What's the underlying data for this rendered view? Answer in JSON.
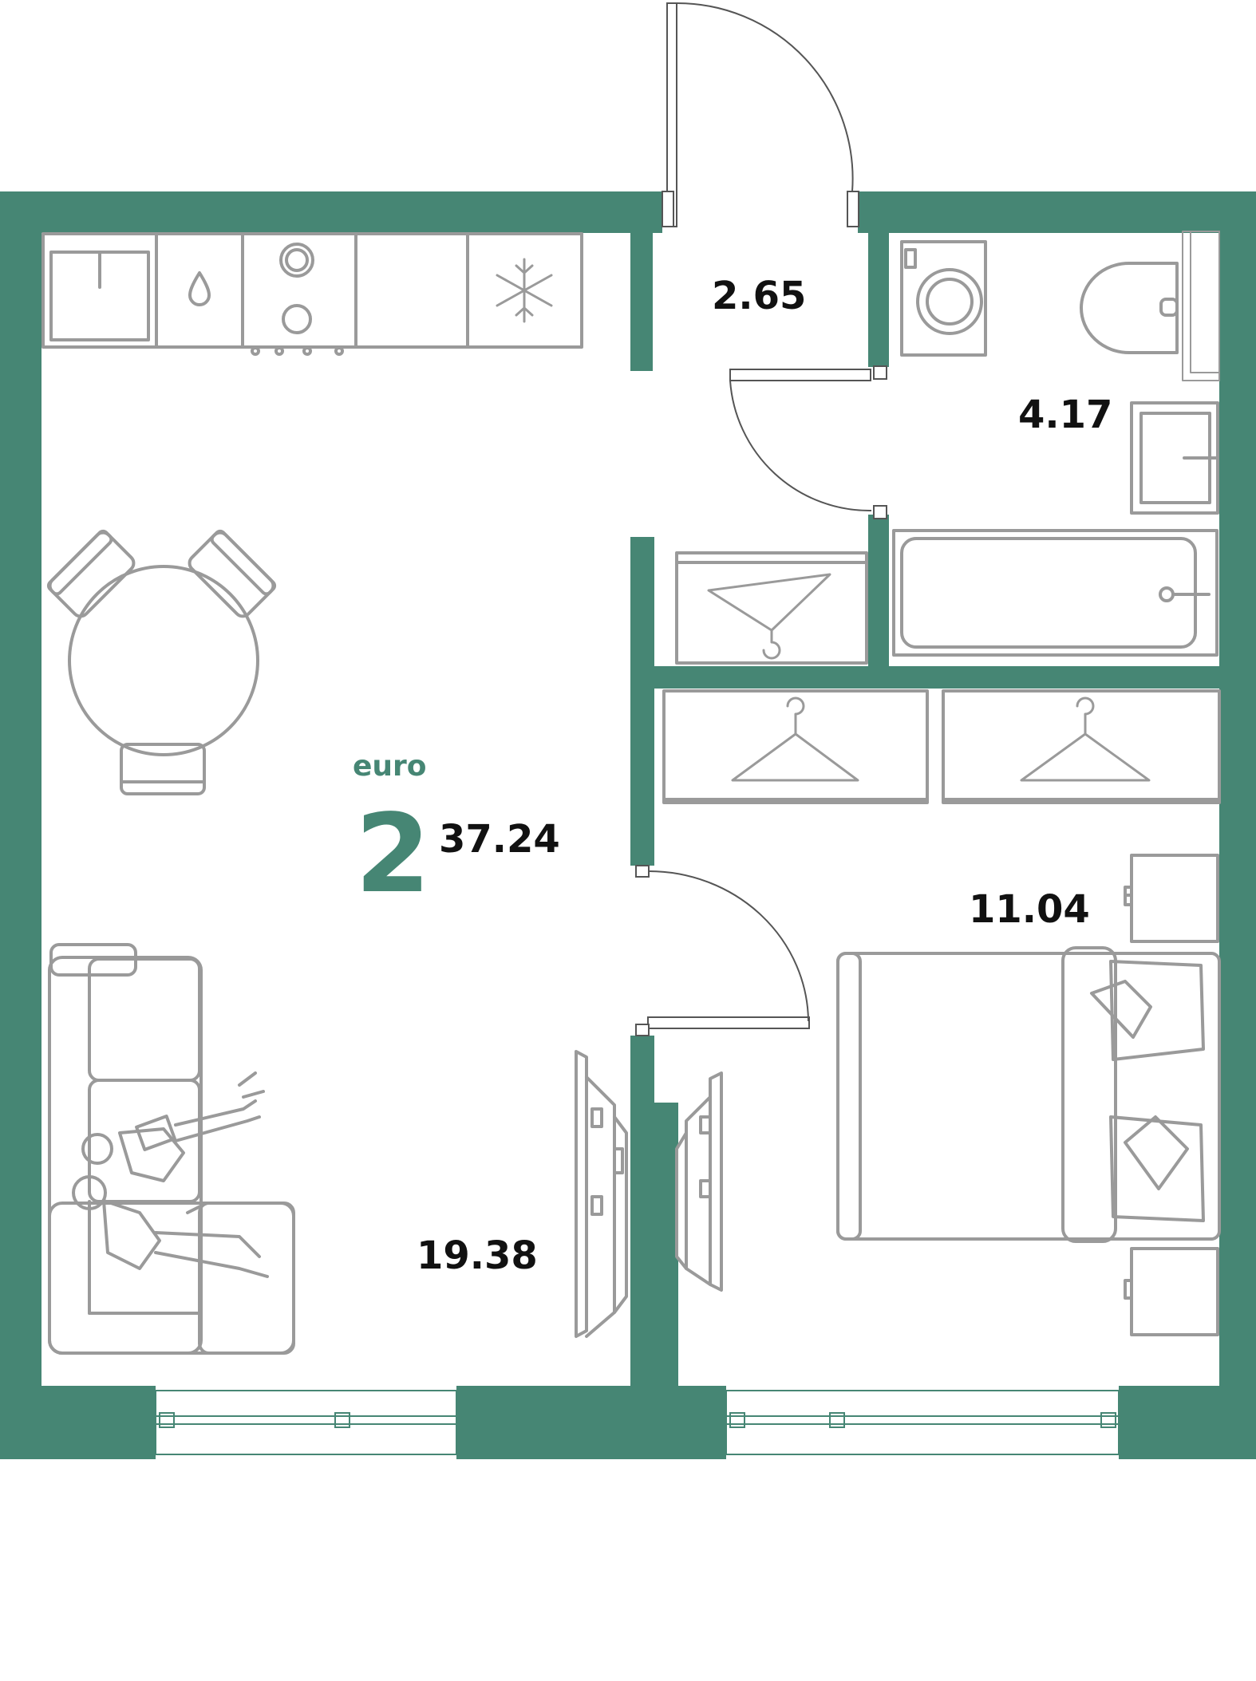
{
  "colors": {
    "wall": "#468674",
    "accent": "#468674",
    "furniture": "#9a9a9a",
    "text": "#111111",
    "background": "#ffffff"
  },
  "apartment": {
    "type_label": "euro",
    "rooms_count": "2",
    "total_area": "37.24"
  },
  "rooms": {
    "hall": {
      "area": "2.65"
    },
    "bathroom": {
      "area": "4.17"
    },
    "bedroom": {
      "area": "11.04"
    },
    "living_kitchen": {
      "area": "19.38"
    }
  },
  "icons": {
    "sink": "sink-icon",
    "dishwasher": "water-drop-icon",
    "hob": "stove-icon",
    "fridge": "snowflake-icon",
    "hanger": "hanger-icon",
    "washer": "washing-machine-icon",
    "toilet": "toilet-icon",
    "bathtub": "bathtub-icon"
  }
}
